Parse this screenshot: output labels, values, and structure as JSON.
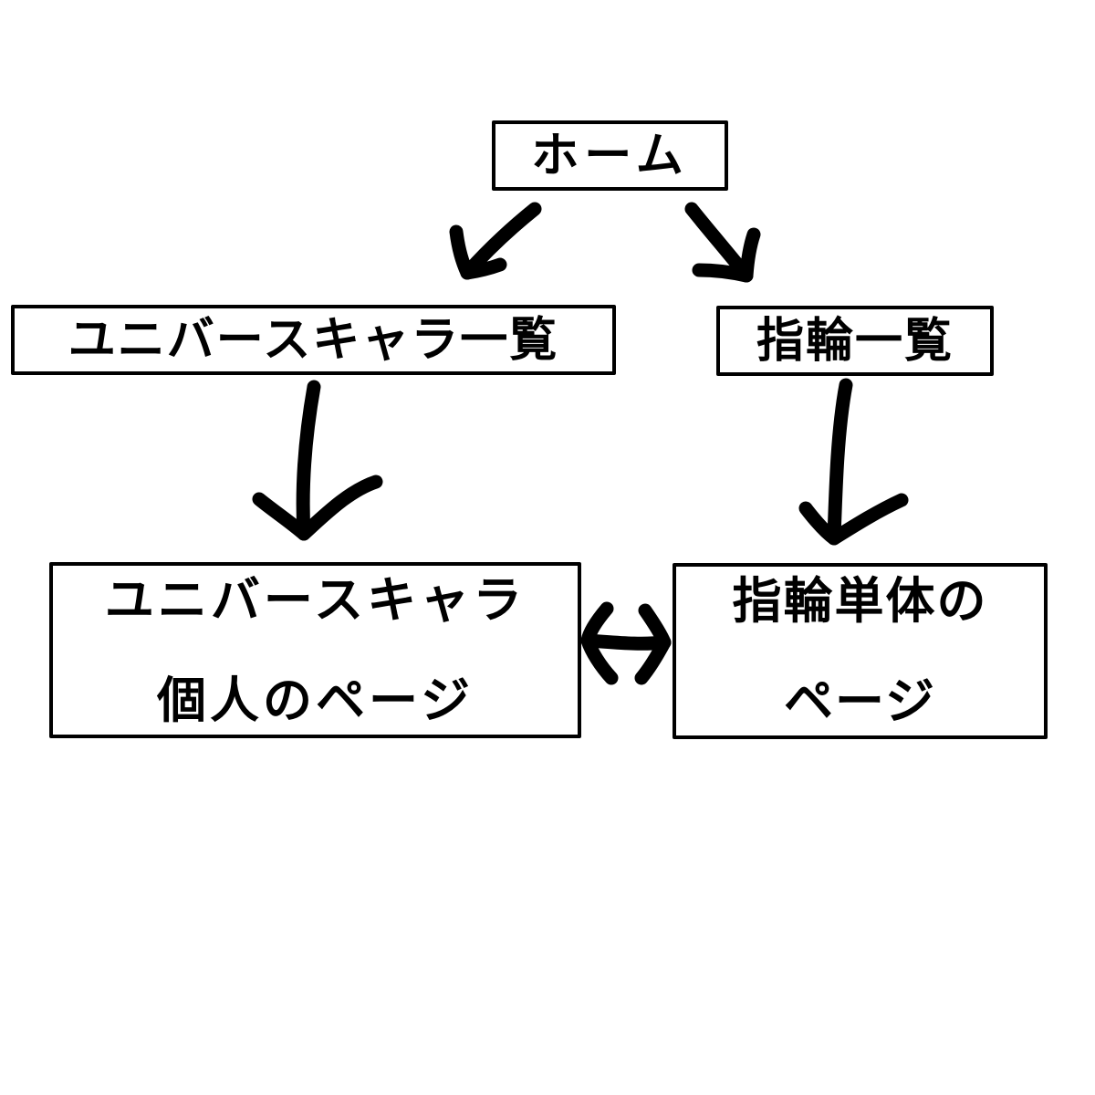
{
  "diagram": {
    "nodes": {
      "home": {
        "label": "ホーム"
      },
      "universe_character_list": {
        "label": "ユニバースキャラ一覧"
      },
      "ring_list": {
        "label": "指輪一覧"
      },
      "universe_character_page": {
        "lines": [
          "ユニバースキャラ",
          "個人のページ"
        ]
      },
      "ring_page": {
        "lines": [
          "指輪単体の",
          "ページ"
        ]
      }
    },
    "edges": [
      {
        "from": "ホーム",
        "to": "ユニバースキャラ一覧",
        "direction": "one-way"
      },
      {
        "from": "ホーム",
        "to": "指輪一覧",
        "direction": "one-way"
      },
      {
        "from": "ユニバースキャラ一覧",
        "to": "ユニバースキャラ個人のページ",
        "direction": "one-way"
      },
      {
        "from": "指輪一覧",
        "to": "指輪単体のページ",
        "direction": "one-way"
      },
      {
        "from": "ユニバースキャラ個人のページ",
        "to": "指輪単体のページ",
        "direction": "two-way"
      }
    ],
    "colors": {
      "stroke": "#000000",
      "background": "#ffffff",
      "text": "#000000"
    }
  }
}
